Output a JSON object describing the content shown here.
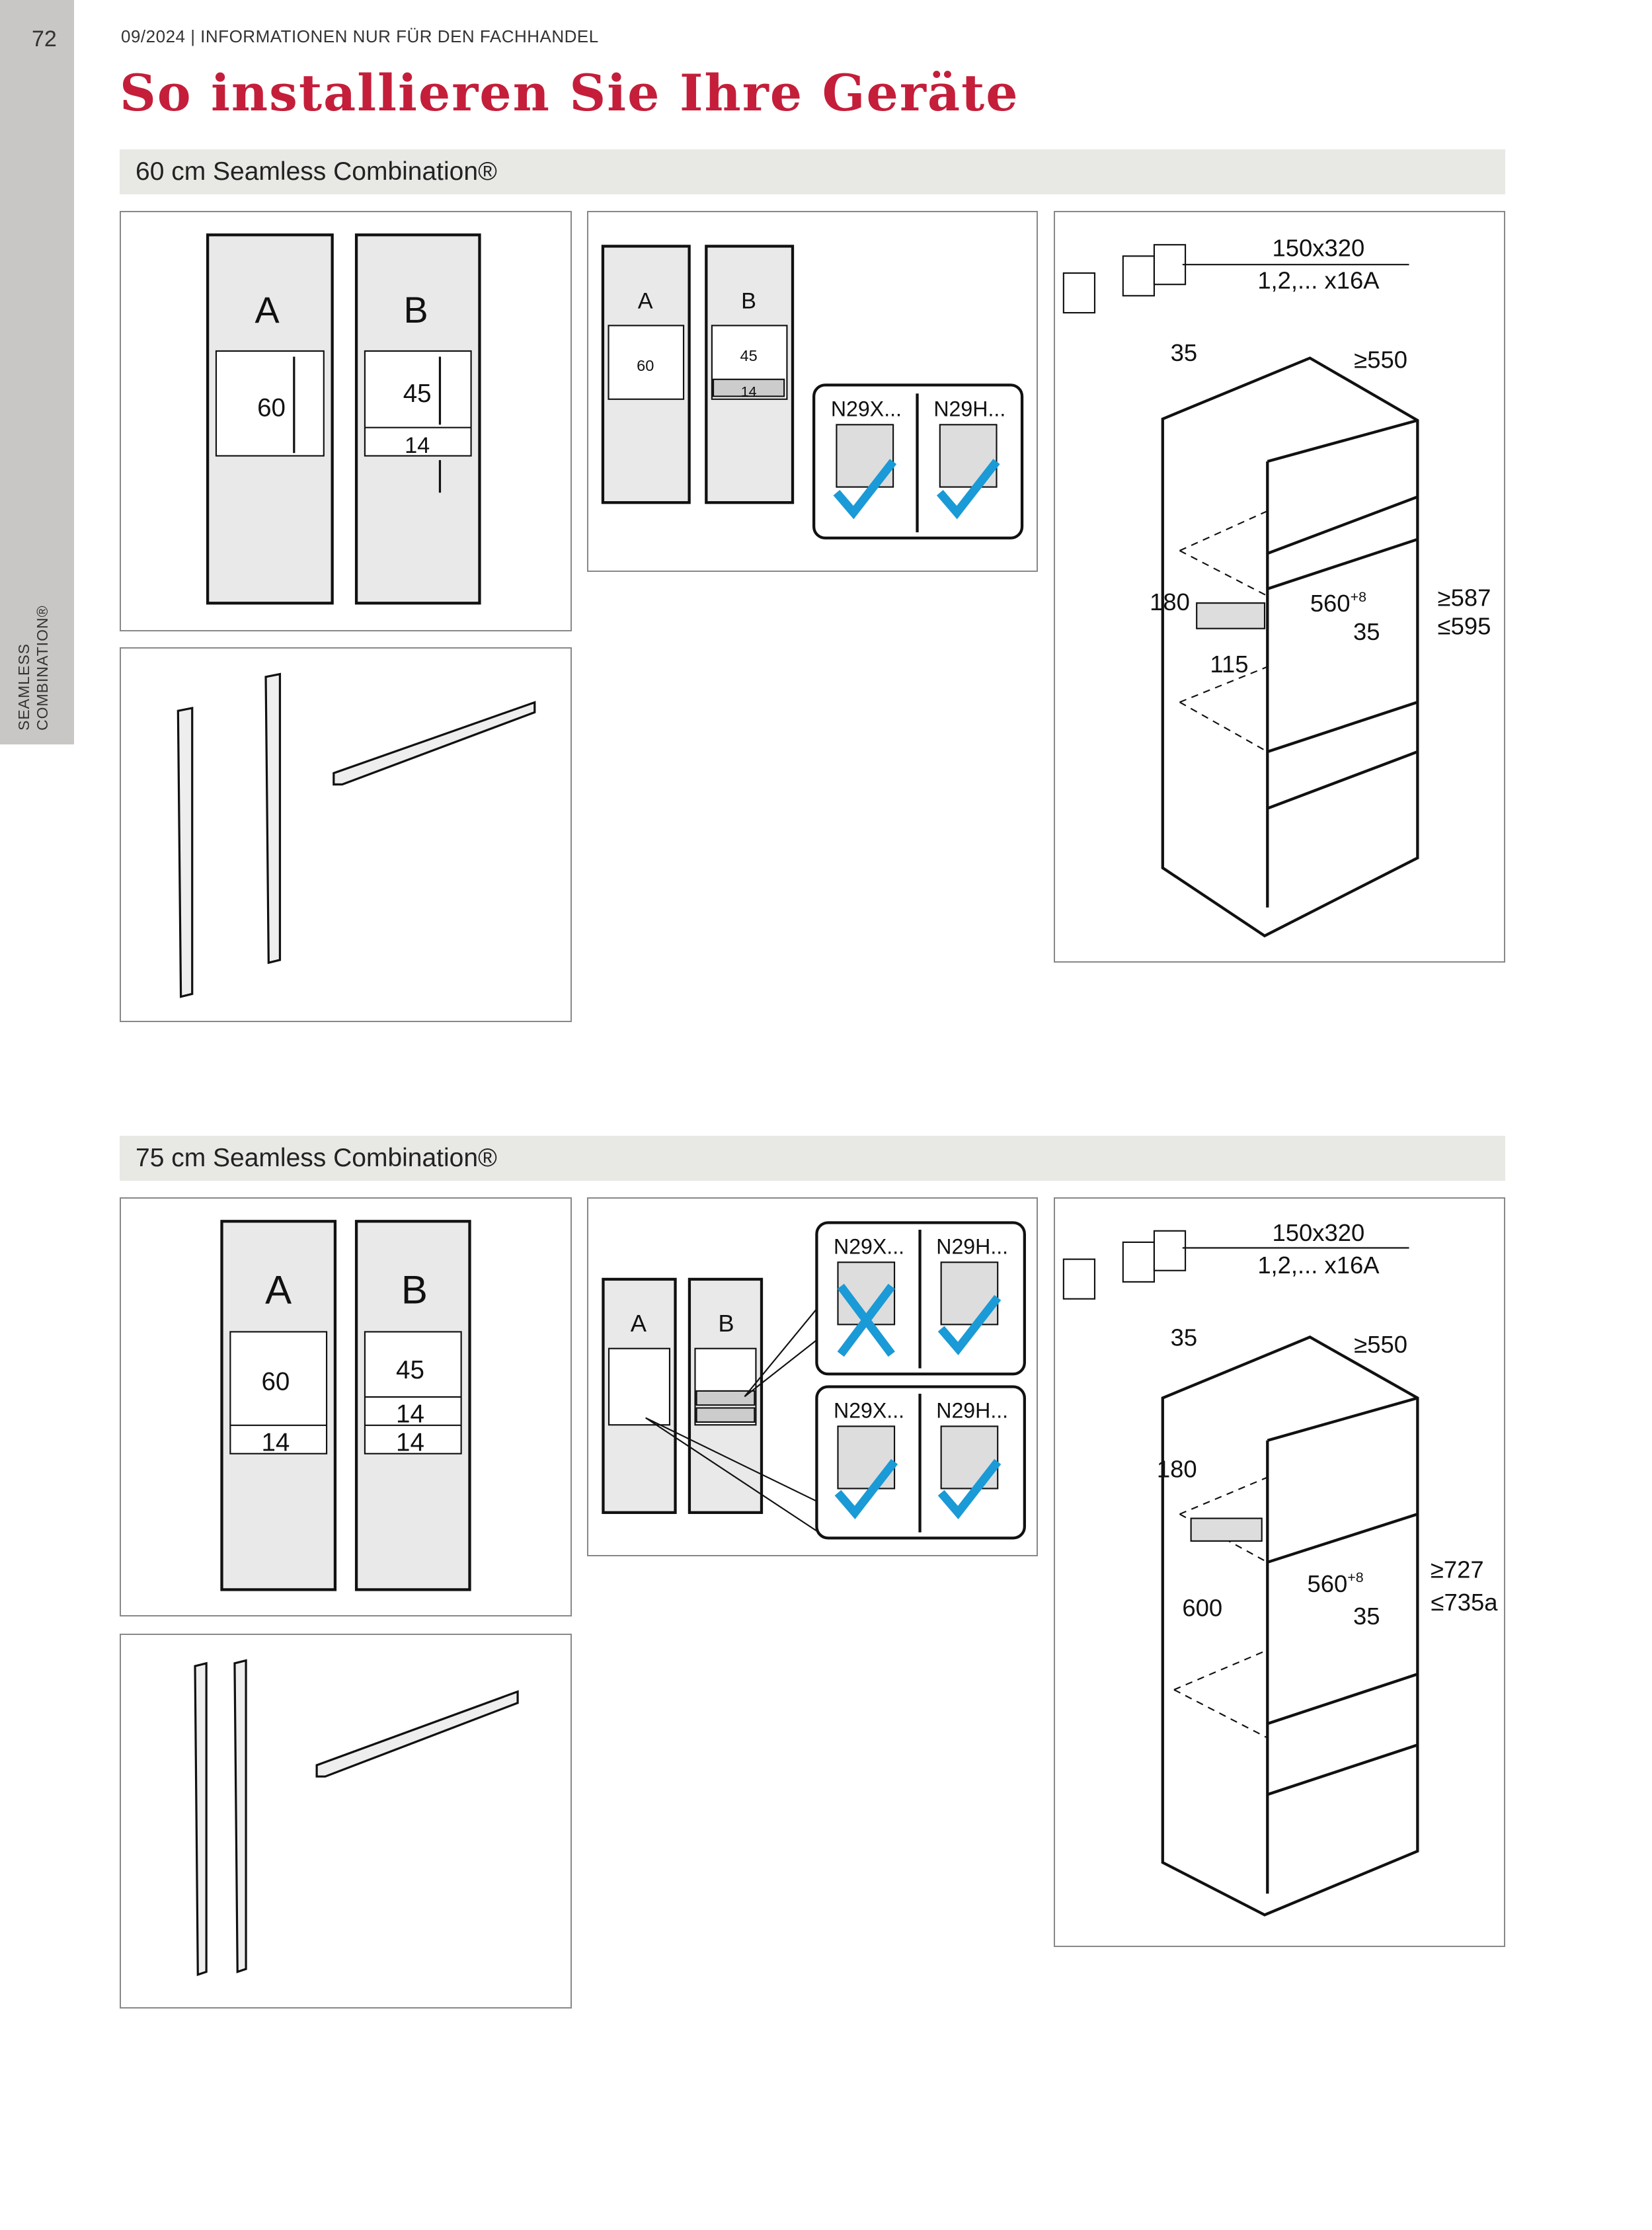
{
  "page_number": "72",
  "sidebar_label": [
    "SEAMLESS",
    "COMBINATION®"
  ],
  "header": "09/2024 | INFORMATIONEN NUR FÜR DEN FACHHANDEL",
  "title": "So installieren Sie Ihre Geräte",
  "sections": [
    {
      "heading": "60 cm Seamless Combination®",
      "niche": {
        "a": "A",
        "b": "B",
        "a_height": "60",
        "b_height": "45",
        "b_drawer": "14"
      },
      "compat": {
        "a": "A",
        "b": "B",
        "a_height": "60",
        "b_height": "45",
        "b_drawer": "14",
        "hob1": "N29X...",
        "hob2": "N29H..."
      },
      "cabinet": {
        "socket_size": "150x320",
        "socket_spec": "1,2,... x16A",
        "depth_gap": "35",
        "width": "≥550",
        "vent": "180",
        "inner_width": "560",
        "inner_tol": "+8",
        "rear_gap": "35",
        "vent_height": "115",
        "height_min": "≥587",
        "height_max": "≤595"
      }
    },
    {
      "heading": "75 cm Seamless Combination®",
      "niche": {
        "a": "A",
        "b": "B",
        "a_height": "60",
        "a_drawer": "14",
        "b_height": "45",
        "b_drawer1": "14",
        "b_drawer2": "14"
      },
      "compat": {
        "a": "A",
        "b": "B",
        "hob1": "N29X...",
        "hob2": "N29H...",
        "hob3": "N29X...",
        "hob4": "N29H..."
      },
      "cabinet": {
        "socket_size": "150x320",
        "socket_spec": "1,2,... x16A",
        "depth_gap": "35",
        "width": "≥550",
        "vent": "180",
        "inner_width": "560",
        "inner_tol": "+8",
        "rear_gap": "35",
        "vent_height": "600",
        "height_min": "≥727",
        "height_max": "≤735a"
      }
    }
  ],
  "colors": {
    "title": "#c41e3a",
    "bar": "#e8e8e4",
    "sidebar": "#c8c7c5",
    "check": "#1a9ad6"
  }
}
